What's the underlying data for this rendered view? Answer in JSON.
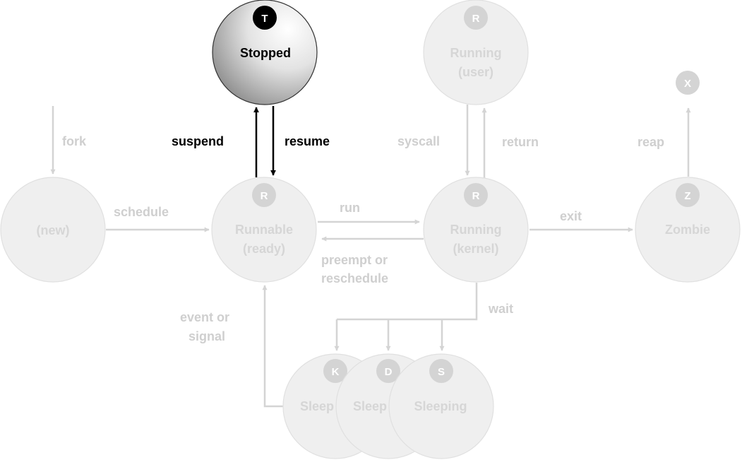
{
  "states": {
    "stopped": {
      "name": "Stopped",
      "badge": "T"
    },
    "new": {
      "name": "(new)"
    },
    "runnable": {
      "name_line1": "Runnable",
      "name_line2": "(ready)",
      "badge": "R"
    },
    "running_user": {
      "name_line1": "Running",
      "name_line2": "(user)",
      "badge": "R"
    },
    "running_kernel": {
      "name_line1": "Running",
      "name_line2": "(kernel)",
      "badge": "R"
    },
    "zombie": {
      "name": "Zombie",
      "badge": "Z"
    },
    "dead": {
      "badge": "X"
    },
    "sleep_k": {
      "name": "Sleep",
      "badge": "K"
    },
    "sleep_d": {
      "name": "Sleep",
      "badge": "D"
    },
    "sleeping": {
      "name": "Sleeping",
      "badge": "S"
    }
  },
  "transitions": {
    "fork": "fork",
    "schedule": "schedule",
    "suspend": "suspend",
    "resume": "resume",
    "syscall": "syscall",
    "return": "return",
    "reap": "reap",
    "run": "run",
    "exit": "exit",
    "preempt_line1": "preempt or",
    "preempt_line2": "reschedule",
    "event_line1": "event or",
    "event_line2": "signal",
    "wait": "wait"
  },
  "colors": {
    "highlight": "#000000",
    "faded_fill": "#efefef",
    "faded_stroke": "#e0e0e0",
    "faded_badge": "#d4d4d4",
    "arrow": "#d4d4d4"
  }
}
